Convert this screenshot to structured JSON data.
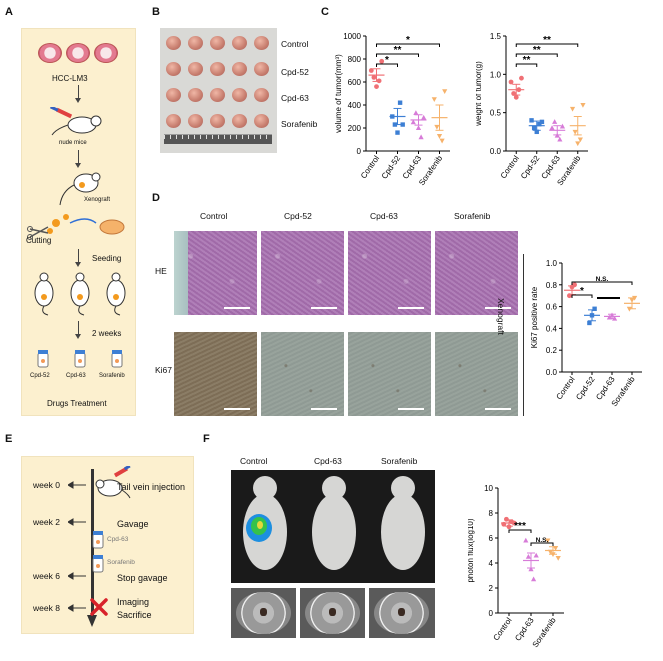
{
  "panels": {
    "A": "A",
    "B": "B",
    "C": "C",
    "D": "D",
    "E": "E",
    "F": "F"
  },
  "panelA": {
    "cell_line": "HCC-LM3",
    "mouse": "nude mice",
    "xenograft": "Xenograft",
    "cutting": "Cutting",
    "seeding": "Seeding",
    "duration": "2 weeks",
    "drugs": [
      "Cpd-52",
      "Cpd-63",
      "Sorafenib"
    ],
    "treatment": "Drugs Treatment"
  },
  "panelB": {
    "rows": [
      "Control",
      "Cpd-52",
      "Cpd-63",
      "Sorafenib"
    ]
  },
  "panelD": {
    "columns": [
      "Control",
      "Cpd-52",
      "Cpd-63",
      "Sorafenib"
    ],
    "rows": [
      "HE",
      "Ki67"
    ],
    "side_label": "Xenograft"
  },
  "panelE": {
    "weeks": [
      "week 0",
      "week 2",
      "week 6",
      "week 8"
    ],
    "events": [
      "Tail vein injection",
      "Gavage",
      "Stop gavage",
      "Imaging",
      "Sacrifice"
    ],
    "vials": [
      "Cpd-63",
      "Sorafenib"
    ]
  },
  "panelF": {
    "columns": [
      "Control",
      "Cpd-63",
      "Sorafenib"
    ]
  },
  "colors": {
    "control": "#f07075",
    "cpd52": "#3d7fd4",
    "cpd63": "#d77cd8",
    "sorafenib": "#f6b26b",
    "panel_bg": "#fcf0cf"
  },
  "chart_data": [
    {
      "id": "tumor-volume",
      "type": "scatter",
      "ylabel": "volume of tumor(mm³)",
      "categories": [
        "Control",
        "Cpd-52",
        "Cpd-63",
        "Sorafenib"
      ],
      "yticks": [
        "0",
        "200",
        "400",
        "600",
        "800",
        "1000"
      ],
      "ylim": [
        0,
        1000
      ],
      "means": [
        660,
        300,
        270,
        290
      ],
      "sems": [
        55,
        70,
        45,
        110
      ],
      "points": [
        [
          700,
          640,
          560,
          610,
          780
        ],
        [
          300,
          230,
          160,
          420,
          230
        ],
        [
          250,
          330,
          200,
          120,
          290
        ],
        [
          450,
          210,
          130,
          90,
          520
        ]
      ],
      "sig": [
        {
          "from": 0,
          "to": 1,
          "label": "*"
        },
        {
          "from": 0,
          "to": 2,
          "label": "**"
        },
        {
          "from": 0,
          "to": 3,
          "label": "*"
        }
      ]
    },
    {
      "id": "tumor-weight",
      "type": "scatter",
      "ylabel": "weight of tumor(g)",
      "categories": [
        "Control",
        "Cpd-52",
        "Cpd-63",
        "Sorafenib"
      ],
      "yticks": [
        "0.0",
        "0.5",
        "1.0",
        "1.5"
      ],
      "ylim": [
        0,
        1.5
      ],
      "means": [
        0.8,
        0.33,
        0.27,
        0.33
      ],
      "sems": [
        0.07,
        0.06,
        0.06,
        0.12
      ],
      "points": [
        [
          0.9,
          0.75,
          0.7,
          0.8,
          0.95
        ],
        [
          0.4,
          0.3,
          0.25,
          0.35,
          0.38
        ],
        [
          0.3,
          0.38,
          0.2,
          0.15,
          0.32
        ],
        [
          0.55,
          0.25,
          0.1,
          0.15,
          0.6
        ]
      ],
      "sig": [
        {
          "from": 0,
          "to": 1,
          "label": "**"
        },
        {
          "from": 0,
          "to": 2,
          "label": "**"
        },
        {
          "from": 0,
          "to": 3,
          "label": "**"
        }
      ]
    },
    {
      "id": "ki67-rate",
      "type": "scatter",
      "ylabel": "Ki67 positive rate",
      "categories": [
        "Control",
        "Cpd-52",
        "Cpd-63",
        "Sorafenib"
      ],
      "yticks": [
        "0.0",
        "0.2",
        "0.4",
        "0.6",
        "0.8",
        "1.0"
      ],
      "ylim": [
        0,
        1.0
      ],
      "means": [
        0.75,
        0.52,
        0.51,
        0.63
      ],
      "sems": [
        0.04,
        0.05,
        0.02,
        0.05
      ],
      "points": [
        [
          0.7,
          0.78,
          0.8
        ],
        [
          0.45,
          0.52,
          0.58
        ],
        [
          0.5,
          0.52,
          0.49
        ],
        [
          0.58,
          0.66,
          0.68
        ]
      ],
      "sig": [
        {
          "from": 0,
          "to": 1,
          "label": "*"
        },
        {
          "from": 0,
          "to": 3,
          "label": "N.S."
        }
      ]
    },
    {
      "id": "photon-flux",
      "type": "scatter",
      "ylabel": "photon flux(log10)",
      "categories": [
        "Control",
        "Cpd-63",
        "Sorafenib"
      ],
      "yticks": [
        "0",
        "2",
        "4",
        "6",
        "8",
        "10"
      ],
      "ylim": [
        0,
        10
      ],
      "means": [
        7.2,
        4.2,
        5.0
      ],
      "sems": [
        0.25,
        0.6,
        0.3
      ],
      "points": [
        [
          7.1,
          7.5,
          6.9,
          7.3,
          7.2
        ],
        [
          5.8,
          4.5,
          3.5,
          2.7,
          4.6
        ],
        [
          5.8,
          4.9,
          4.7,
          5.2,
          4.4
        ]
      ],
      "sig": [
        {
          "from": 0,
          "to": 1,
          "label": "***"
        },
        {
          "from": 1,
          "to": 2,
          "label": "N.S."
        }
      ]
    }
  ]
}
